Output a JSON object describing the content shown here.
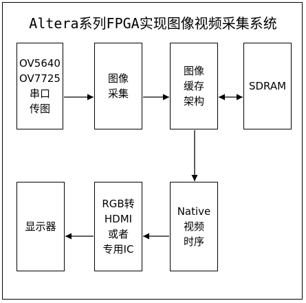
{
  "title": "Altera系列FPGA实现图像视频采集系统",
  "blocks": {
    "camera": {
      "lines": [
        "OV5640",
        "OV7725",
        "串口",
        "传图"
      ]
    },
    "capture": {
      "lines": [
        "图像",
        "采集"
      ]
    },
    "cache": {
      "lines": [
        "图像",
        "缓存",
        "架构"
      ]
    },
    "sdram": {
      "lines": [
        "SDRAM"
      ]
    },
    "timing": {
      "lines": [
        "Native",
        "视频",
        "时序"
      ]
    },
    "hdmi": {
      "lines": [
        "RGB转",
        "HDMI",
        "或者",
        "专用IC"
      ]
    },
    "display": {
      "lines": [
        "显示器"
      ]
    }
  }
}
